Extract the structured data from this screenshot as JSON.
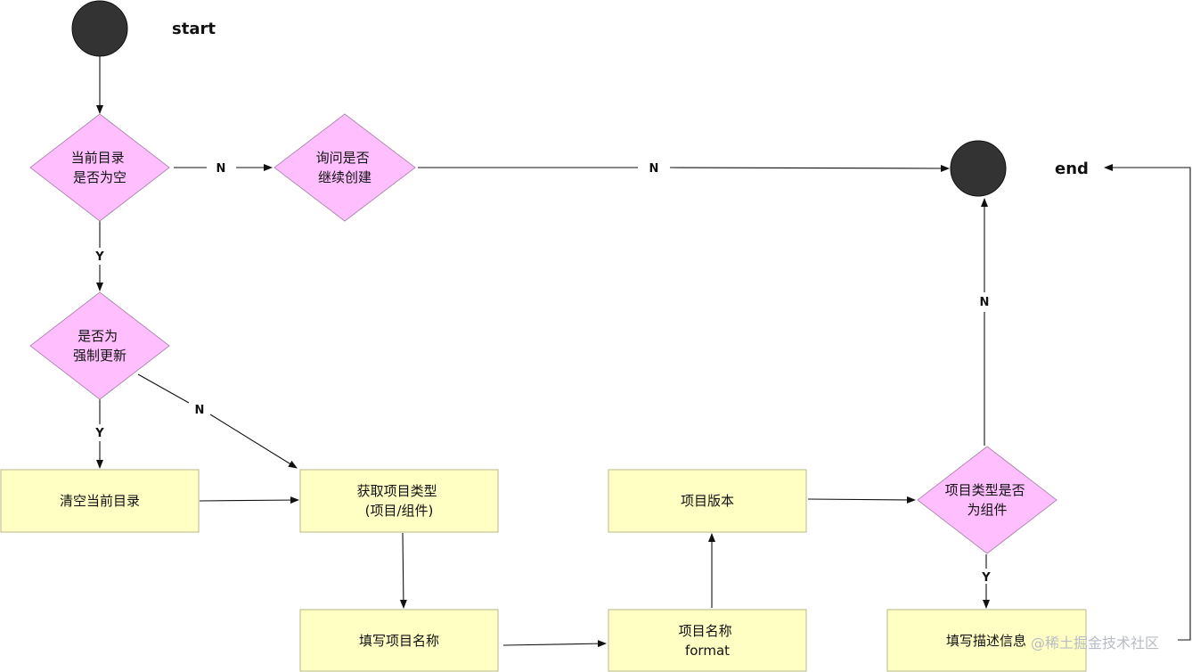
{
  "terminals": {
    "start": {
      "label": "start"
    },
    "end": {
      "label": "end"
    }
  },
  "decisions": {
    "dir_empty": {
      "lines": [
        "当前目录",
        "是否为空"
      ]
    },
    "continue": {
      "lines": [
        "询问是否",
        "继续创建"
      ]
    },
    "force_update": {
      "lines": [
        "是否为",
        "强制更新"
      ]
    },
    "project_type": {
      "lines": [
        "项目类型是否",
        "为组件"
      ]
    }
  },
  "processes": {
    "clear_dir": {
      "lines": [
        "清空当前目录"
      ]
    },
    "get_type": {
      "lines": [
        "获取项目类型",
        "(项目/组件)"
      ]
    },
    "fill_name": {
      "lines": [
        "填写项目名称"
      ]
    },
    "name_format": {
      "lines": [
        "项目名称",
        "format"
      ]
    },
    "version": {
      "lines": [
        "项目版本"
      ]
    },
    "fill_desc": {
      "lines": [
        "填写描述信息"
      ]
    }
  },
  "edge_labels": {
    "dir_empty_n": "N",
    "continue_n": "N",
    "dir_empty_y": "Y",
    "force_n": "N",
    "force_y": "Y",
    "type_n": "N",
    "type_y": "Y"
  },
  "watermark": "@稀土掘金技术社区",
  "colors": {
    "process_fill": "#ffffc4",
    "decision_fill": "#ffbfff",
    "terminal_fill": "#333333",
    "line": "#111111"
  }
}
